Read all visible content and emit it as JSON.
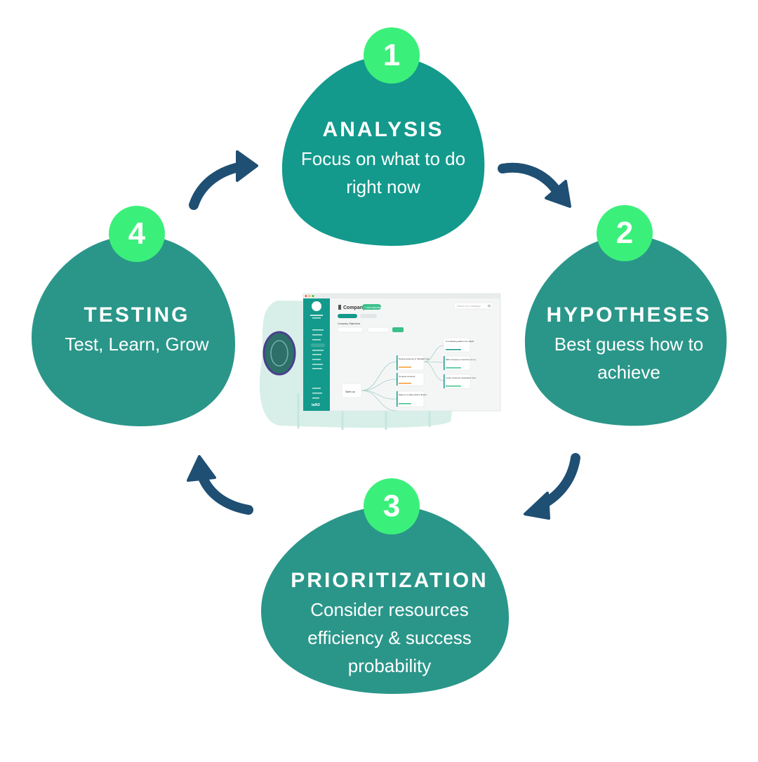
{
  "colors": {
    "blob_analysis": "#139a8c",
    "blob_other": "#2a9689",
    "badge": "#3bf07a",
    "arrow": "#1f4f73",
    "text": "#ffffff"
  },
  "steps": [
    {
      "number": "1",
      "title": "ANALYSIS",
      "desc_lines": [
        "Focus on what to do",
        "right now"
      ]
    },
    {
      "number": "2",
      "title": "HYPOTHESES",
      "desc_lines": [
        "Best guess how to",
        "achieve"
      ]
    },
    {
      "number": "3",
      "title": "PRIORITIZATION",
      "desc_lines": [
        "Consider resources",
        "efficiency & success",
        "probability"
      ]
    },
    {
      "number": "4",
      "title": "TESTING",
      "desc_lines": [
        "Test, Learn, Grow"
      ]
    }
  ],
  "center_app": {
    "page_title": "Company",
    "badge": "+ new objective",
    "search_placeholder": "Search for a category",
    "subtitle": "Company Objectives",
    "root_node": "Sales up",
    "node_texts": [
      "Strong presence in Swedish mar...",
      "Conquer America",
      "Sales to a place where illness...",
      "A marketing platform for SaaS",
      "SEO increase to rank the no.1 p...",
      "Lower customer acquisition cost"
    ],
    "brand": "tallt3"
  }
}
